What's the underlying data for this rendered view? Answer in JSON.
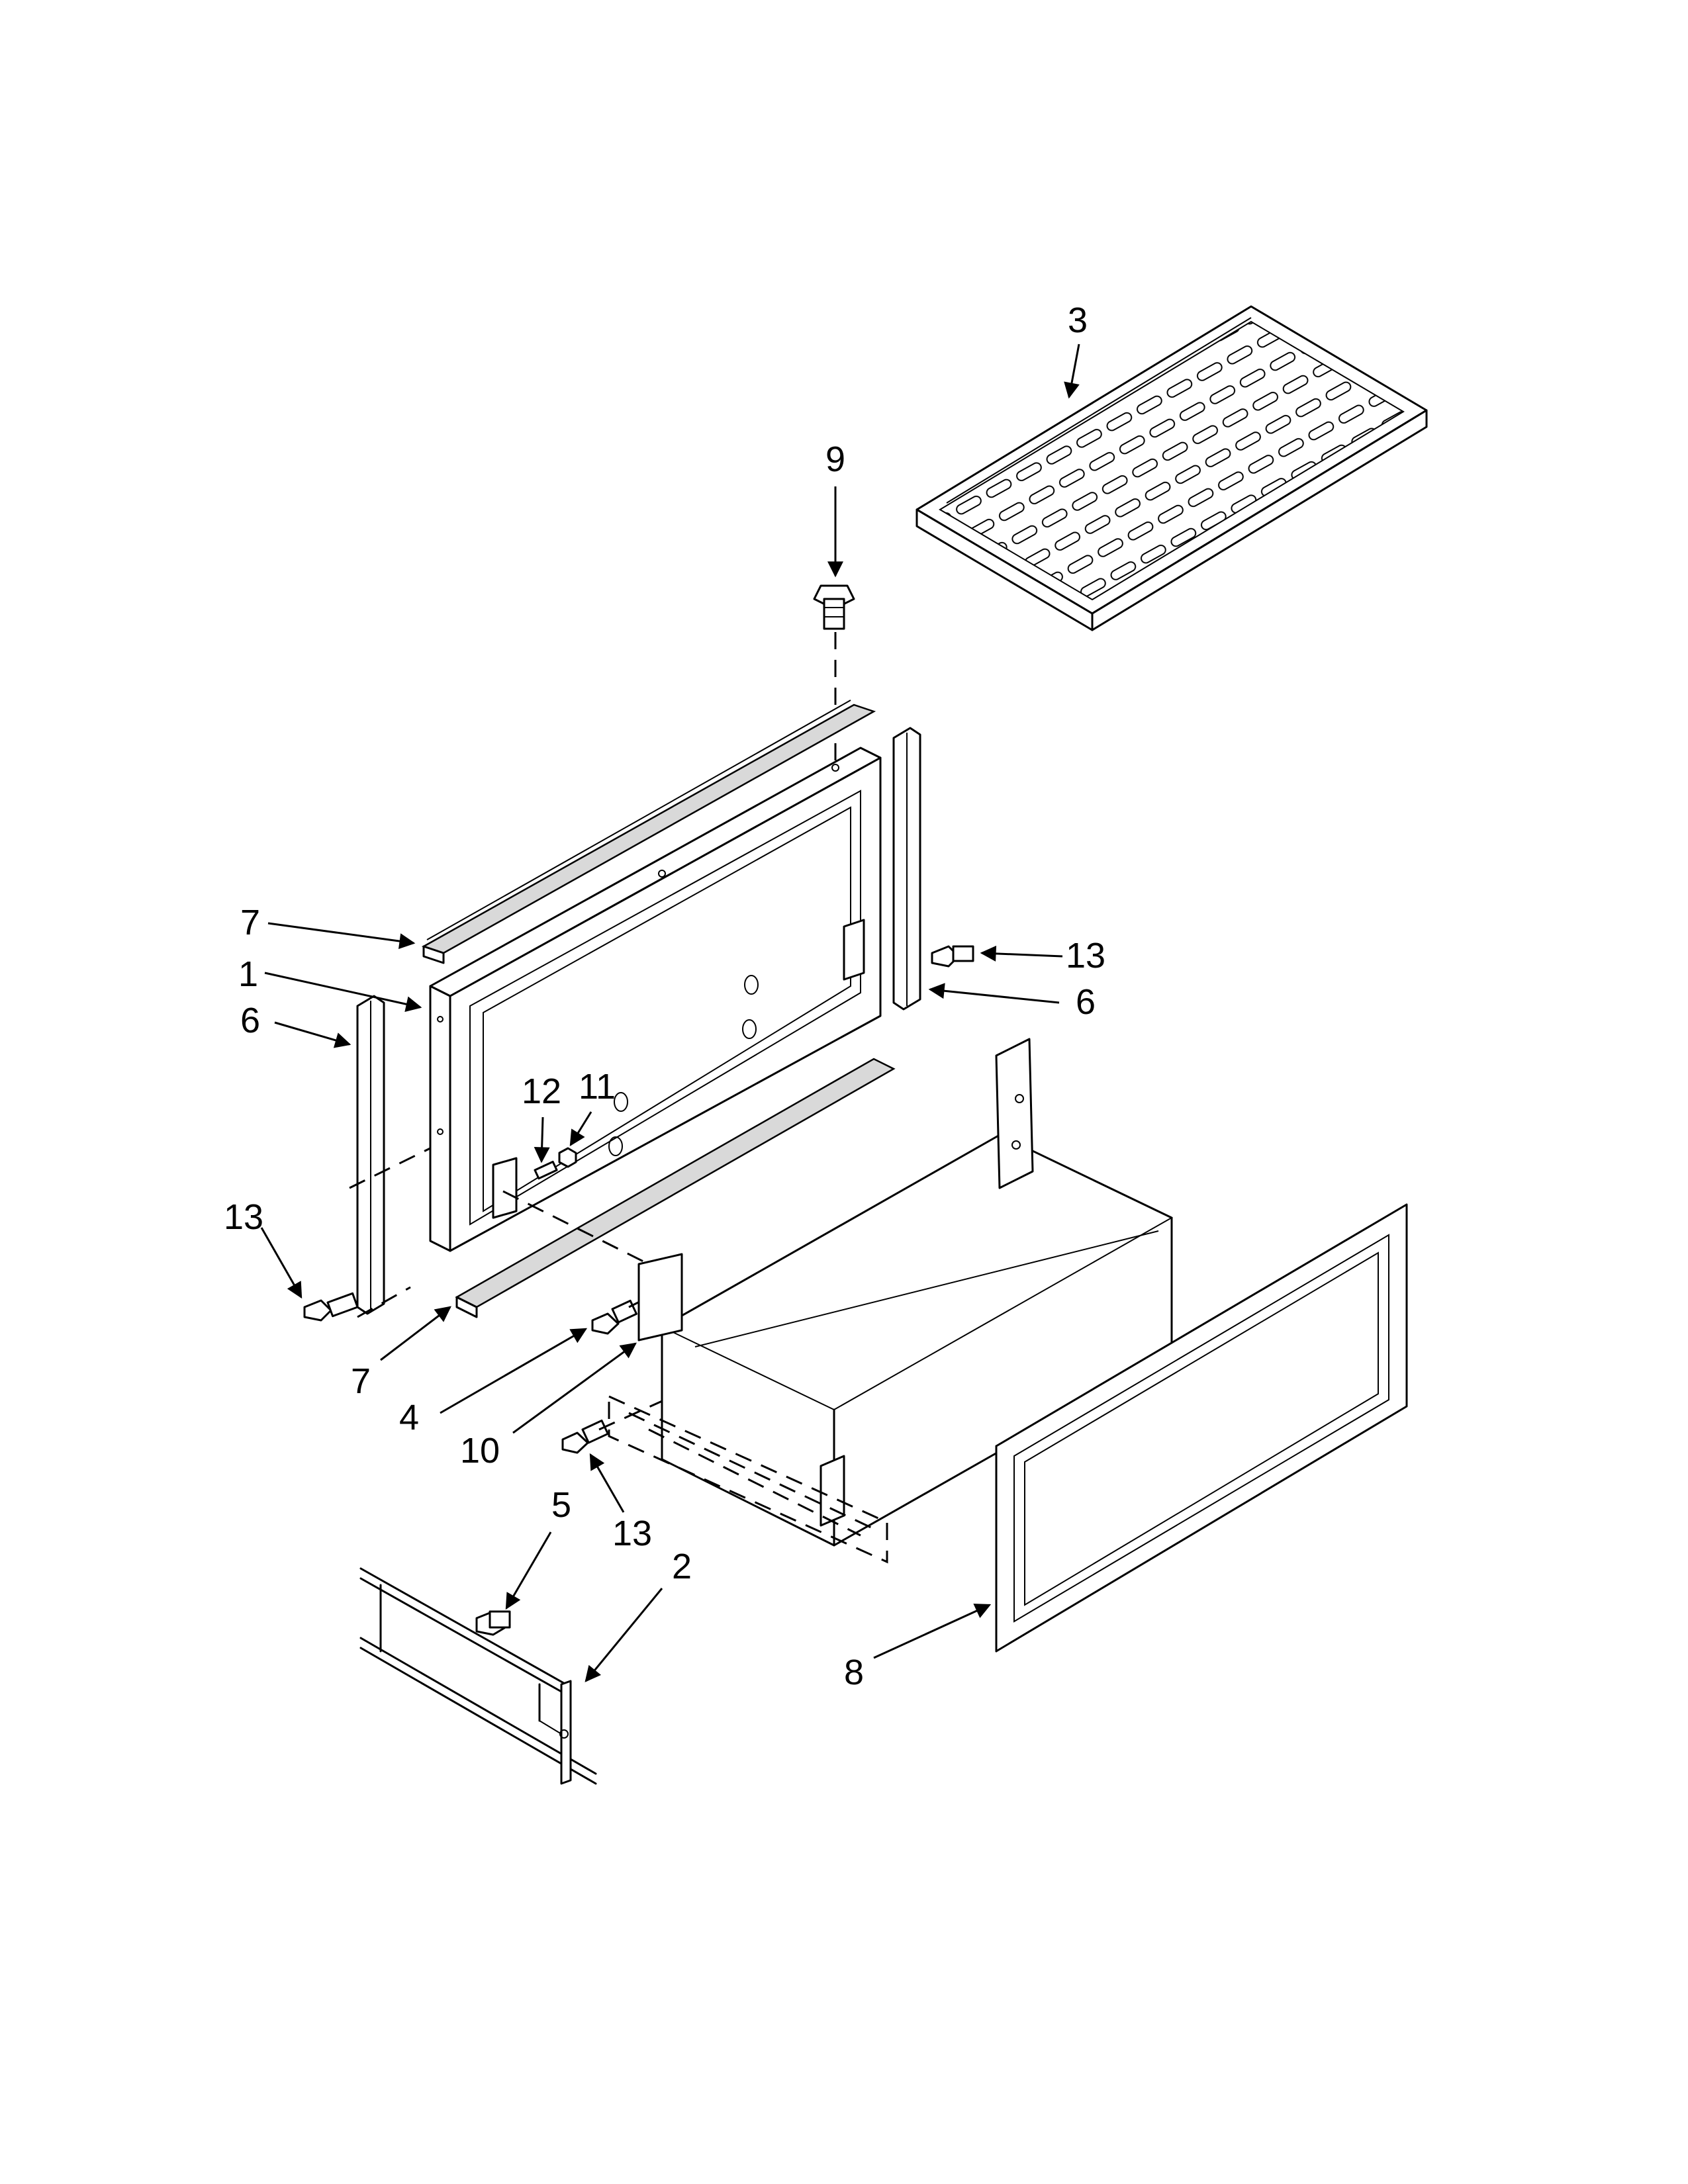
{
  "callouts": [
    {
      "id": "c1",
      "label": "1"
    },
    {
      "id": "c2",
      "label": "2"
    },
    {
      "id": "c3",
      "label": "3"
    },
    {
      "id": "c4",
      "label": "4"
    },
    {
      "id": "c5",
      "label": "5"
    },
    {
      "id": "c6a",
      "label": "6"
    },
    {
      "id": "c6b",
      "label": "6"
    },
    {
      "id": "c7a",
      "label": "7"
    },
    {
      "id": "c7b",
      "label": "7"
    },
    {
      "id": "c8",
      "label": "8"
    },
    {
      "id": "c9",
      "label": "9"
    },
    {
      "id": "c10",
      "label": "10"
    },
    {
      "id": "c11",
      "label": "11"
    },
    {
      "id": "c12",
      "label": "12"
    },
    {
      "id": "c13a",
      "label": "13"
    },
    {
      "id": "c13b",
      "label": "13"
    },
    {
      "id": "c13c",
      "label": "13"
    }
  ]
}
